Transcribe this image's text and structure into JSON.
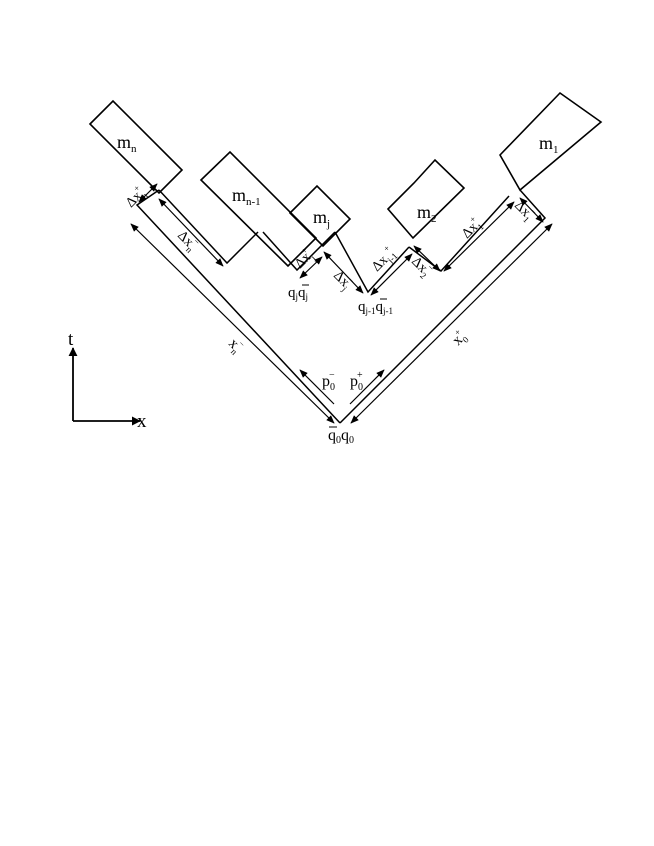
{
  "diagram": {
    "axes": {
      "t_label": "t",
      "x_label": "x"
    },
    "boxes": {
      "mn": {
        "main": "m",
        "sub": "n"
      },
      "mn1": {
        "main": "m",
        "sub": "n-1"
      },
      "mj": {
        "main": "m",
        "sub": "j"
      },
      "m2": {
        "main": "m",
        "sub": "2"
      },
      "m1": {
        "main": "m",
        "sub": "1"
      }
    },
    "vertices": {
      "q0": {
        "part1": "q",
        "sub1": "0",
        "part2": "q",
        "sub2": "0"
      },
      "qj": {
        "part1": "q",
        "sub1": "j",
        "part2": "q",
        "sub2": "j"
      },
      "qj1": {
        "part1": "q",
        "sub1": "j-1",
        "part2": "q",
        "sub2": "j-1"
      }
    },
    "momenta": {
      "p0minus": {
        "main": "p",
        "sub": "0",
        "sup": "−"
      },
      "p0plus": {
        "main": "p",
        "sub": "0",
        "sup": "+"
      }
    },
    "intervals": {
      "xn_minus": {
        "main": "x",
        "sub": "n",
        "sup": "−"
      },
      "x0_plus": {
        "main": "x",
        "sub": "0",
        "sup": "+"
      },
      "dxn_plus": {
        "main": "Δx",
        "sub": "n",
        "sup": "+"
      },
      "dxn_minus": {
        "main": "Δx",
        "sub": "n",
        "sup": "−"
      },
      "dxj_plus": {
        "main": "Δx",
        "sub": "j",
        "sup": "+"
      },
      "dxj_minus": {
        "main": "Δx",
        "sub": "j",
        "sup": "−"
      },
      "dxj1_plus": {
        "main": "Δx",
        "sub": "j-1",
        "sup": "+"
      },
      "dx2_minus": {
        "main": "Δx",
        "sub": "2",
        "sup": "−"
      },
      "dx1_plus": {
        "main": "Δx",
        "sub": "1",
        "sup": "+"
      },
      "dx1_minus": {
        "main": "Δx",
        "sub": "1",
        "sup": "−"
      }
    }
  }
}
